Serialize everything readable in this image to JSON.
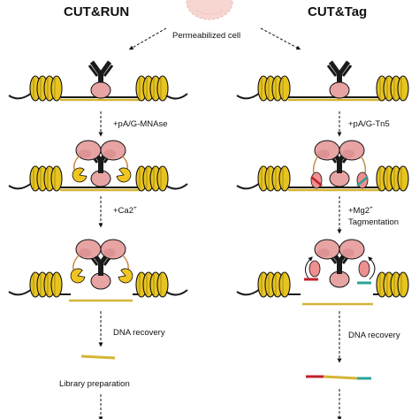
{
  "panels": {
    "left_title": "CUT&RUN",
    "right_title": "CUT&Tag"
  },
  "start_label": "Permeabilized cell",
  "left_steps": {
    "add_enzyme": "+pA/G-MNAse",
    "add_ion_prefix": "+Ca2",
    "add_ion_charge": "+",
    "recovery": "DNA recovery",
    "library": "Library preparation"
  },
  "right_steps": {
    "add_enzyme": "+pA/G-Tn5",
    "add_ion_prefix": "+Mg2",
    "add_ion_charge": "+",
    "tagmentation": "Tagmentation",
    "recovery": "DNA recovery"
  },
  "colors": {
    "dna": "#1a1a1a",
    "dna_highlight": "#d4b437",
    "nucleosome": "#e8c41f",
    "antibody": "#1a1a1a",
    "protein_a": "#e8a3a3",
    "mnase": "#f0c520",
    "tn5": "#ef8f8f",
    "adapter_red": "#c0202a",
    "adapter_teal": "#2aa39a",
    "cell": "#f7d6d2"
  }
}
